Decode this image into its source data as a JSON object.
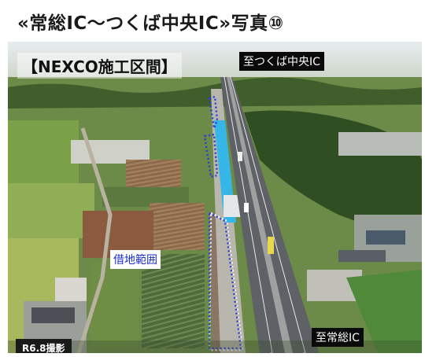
{
  "title": "«常総IC～つくば中央IC»写真⑩",
  "photo": {
    "section_label": "【NEXCO施工区間】",
    "direction_top": "至つくば中央IC",
    "direction_bottom": "至常総IC",
    "lease_area_label": "借地範囲",
    "date_label": "R6.8撮影"
  }
}
